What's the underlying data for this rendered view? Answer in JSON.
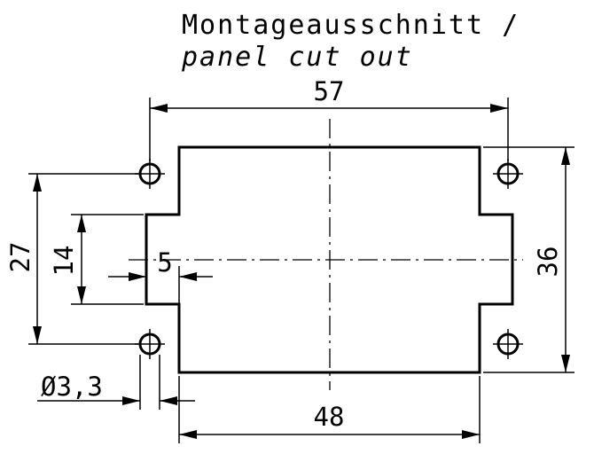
{
  "title": {
    "line1": "Montageausschnitt /",
    "line2": "panel cut out"
  },
  "dimensions": {
    "hole_spacing_width": "57",
    "cutout_width": "48",
    "total_height": "36",
    "hole_spacing_height": "27",
    "notch_height": "14",
    "notch_depth": "5",
    "hole_diameter": "Ø3,3"
  }
}
